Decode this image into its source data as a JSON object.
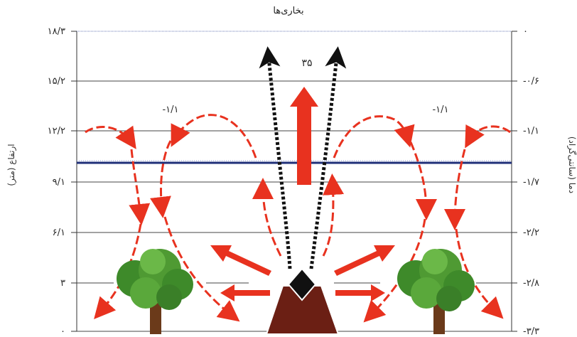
{
  "title": "بخاری‌ها",
  "left_axis": {
    "label": "ارتفاع (متر)",
    "ticks": [
      "18/3",
      "15/2",
      "12/2",
      "9/1",
      "6/1",
      "3",
      "0"
    ],
    "ticks_display": [
      "۱۸/۳",
      "۱۵/۲",
      "۱۲/۲",
      "۹/۱",
      "۶/۱",
      "۳",
      "۰"
    ]
  },
  "right_axis": {
    "label": "دما (سانتی‌گراد)",
    "ticks_display": [
      "۰",
      "-۰/۶",
      "-۱/۱",
      "-۱/۷",
      "-۲/۲",
      "-۲/۸",
      "-۳/۳"
    ]
  },
  "annotations": {
    "center_temp": "۳۵",
    "left_temp": "-۱/۱",
    "right_temp": "-۱/۱"
  },
  "colors": {
    "arrow": "#e8321f",
    "smoke": "#111111",
    "inversion_line": "#1f2f78",
    "heater": "#6b1f14",
    "tree_foliage": "#3e8a2a",
    "trunk": "#6b3a1a"
  }
}
